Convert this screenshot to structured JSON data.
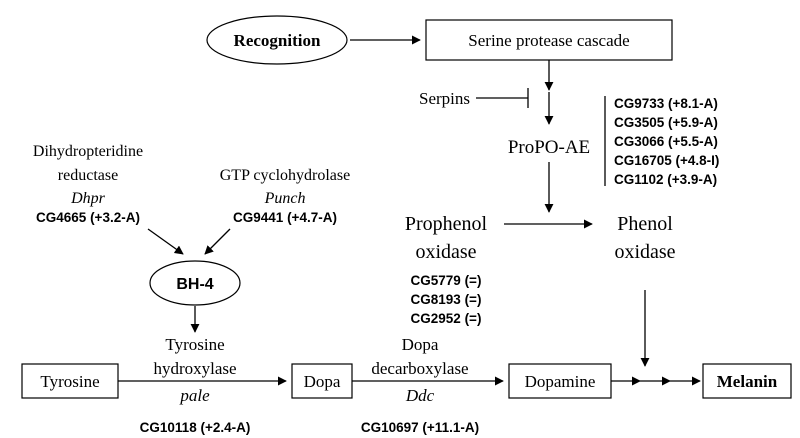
{
  "nodes": {
    "recognition": "Recognition",
    "serine_protease_cascade": "Serine protease cascade",
    "serpins": "Serpins",
    "propo_ae": "ProPO-AE",
    "prophenol_oxidase_line1": "Prophenol",
    "prophenol_oxidase_line2": "oxidase",
    "phenol_oxidase_line1": "Phenol",
    "phenol_oxidase_line2": "oxidase",
    "bh4": "BH-4",
    "tyrosine": "Tyrosine",
    "dopa": "Dopa",
    "dopamine": "Dopamine",
    "melanin": "Melanin"
  },
  "propo_ae_genes": [
    "CG9733 (+8.1-A)",
    "CG3505 (+5.9-A)",
    "CG3066 (+5.5-A)",
    "CG16705 (+4.8-I)",
    "CG1102 (+3.9-A)"
  ],
  "prophenol_genes": [
    "CG5779 (=)",
    "CG8193 (=)",
    "CG2952 (=)"
  ],
  "dhpr": {
    "name_line1": "Dihydropteridine",
    "name_line2": "reductase",
    "symbol": "Dhpr",
    "gene": "CG4665 (+3.2-A)"
  },
  "gtp": {
    "name": "GTP cyclohydrolase",
    "symbol": "Punch",
    "gene": "CG9441 (+4.7-A)"
  },
  "tyrosine_hydroxylase": {
    "name_line1": "Tyrosine",
    "name_line2": "hydroxylase",
    "symbol": "pale",
    "gene": "CG10118 (+2.4-A)"
  },
  "dopa_decarboxylase": {
    "name_line1": "Dopa",
    "name_line2": "decarboxylase",
    "symbol": "Ddc",
    "gene": "CG10697 (+11.1-A)"
  }
}
